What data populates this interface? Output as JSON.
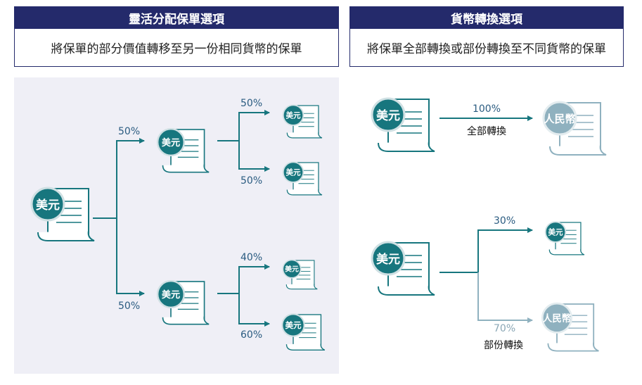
{
  "left_panel": {
    "title": "靈活分配保單選項",
    "subtitle": "將保單的部分價值轉移至另一份相同貨幣的保單"
  },
  "right_panel": {
    "title": "貨幣轉換選項",
    "subtitle": "將保單全部轉換或部份轉換至不同貨幣的保單"
  },
  "currencies": {
    "usd": "美元",
    "rmb": "人民幣"
  },
  "left_diagram": {
    "top_branch_pct": "50%",
    "bottom_branch_pct": "50%",
    "top_sub_upper_pct": "50%",
    "top_sub_lower_pct": "50%",
    "bottom_sub_upper_pct": "40%",
    "bottom_sub_lower_pct": "60%"
  },
  "right_diagram": {
    "full": {
      "pct": "100%",
      "label": "全部轉換"
    },
    "partial": {
      "upper_pct": "30%",
      "lower_pct": "70%",
      "label": "部份轉換"
    }
  },
  "colors": {
    "navy": "#242a6b",
    "teal": "#17767e",
    "faded": "#8fb1bf",
    "panel_bg": "#efeff6"
  }
}
